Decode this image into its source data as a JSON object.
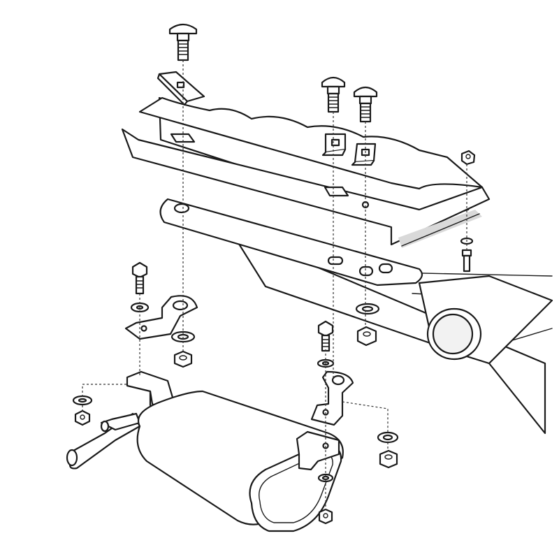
{
  "diagram": {
    "kind": "exploded-assembly-line-drawing",
    "colors": {
      "line": "#1a1a1a",
      "background": "#ffffff",
      "shade": "#d9d9d9"
    },
    "parts": [
      {
        "id": "carriage-bolt",
        "icon": "carriage-bolt-icon",
        "count": 3
      },
      {
        "id": "square-backing-plate",
        "icon": "square-plate-icon",
        "count": 3
      },
      {
        "id": "hex-bolt",
        "icon": "hex-bolt-icon",
        "count": 3
      },
      {
        "id": "flat-washer",
        "icon": "washer-icon",
        "count": 7
      },
      {
        "id": "hex-nut",
        "icon": "hex-nut-icon",
        "count": 6
      },
      {
        "id": "mounting-bracket",
        "icon": "bracket-icon",
        "count": 2
      },
      {
        "id": "frame-channel",
        "icon": "channel-icon",
        "count": 1
      },
      {
        "id": "mounting-plate",
        "icon": "plate-icon",
        "count": 1
      },
      {
        "id": "muffler",
        "icon": "muffler-icon",
        "count": 1
      }
    ]
  }
}
